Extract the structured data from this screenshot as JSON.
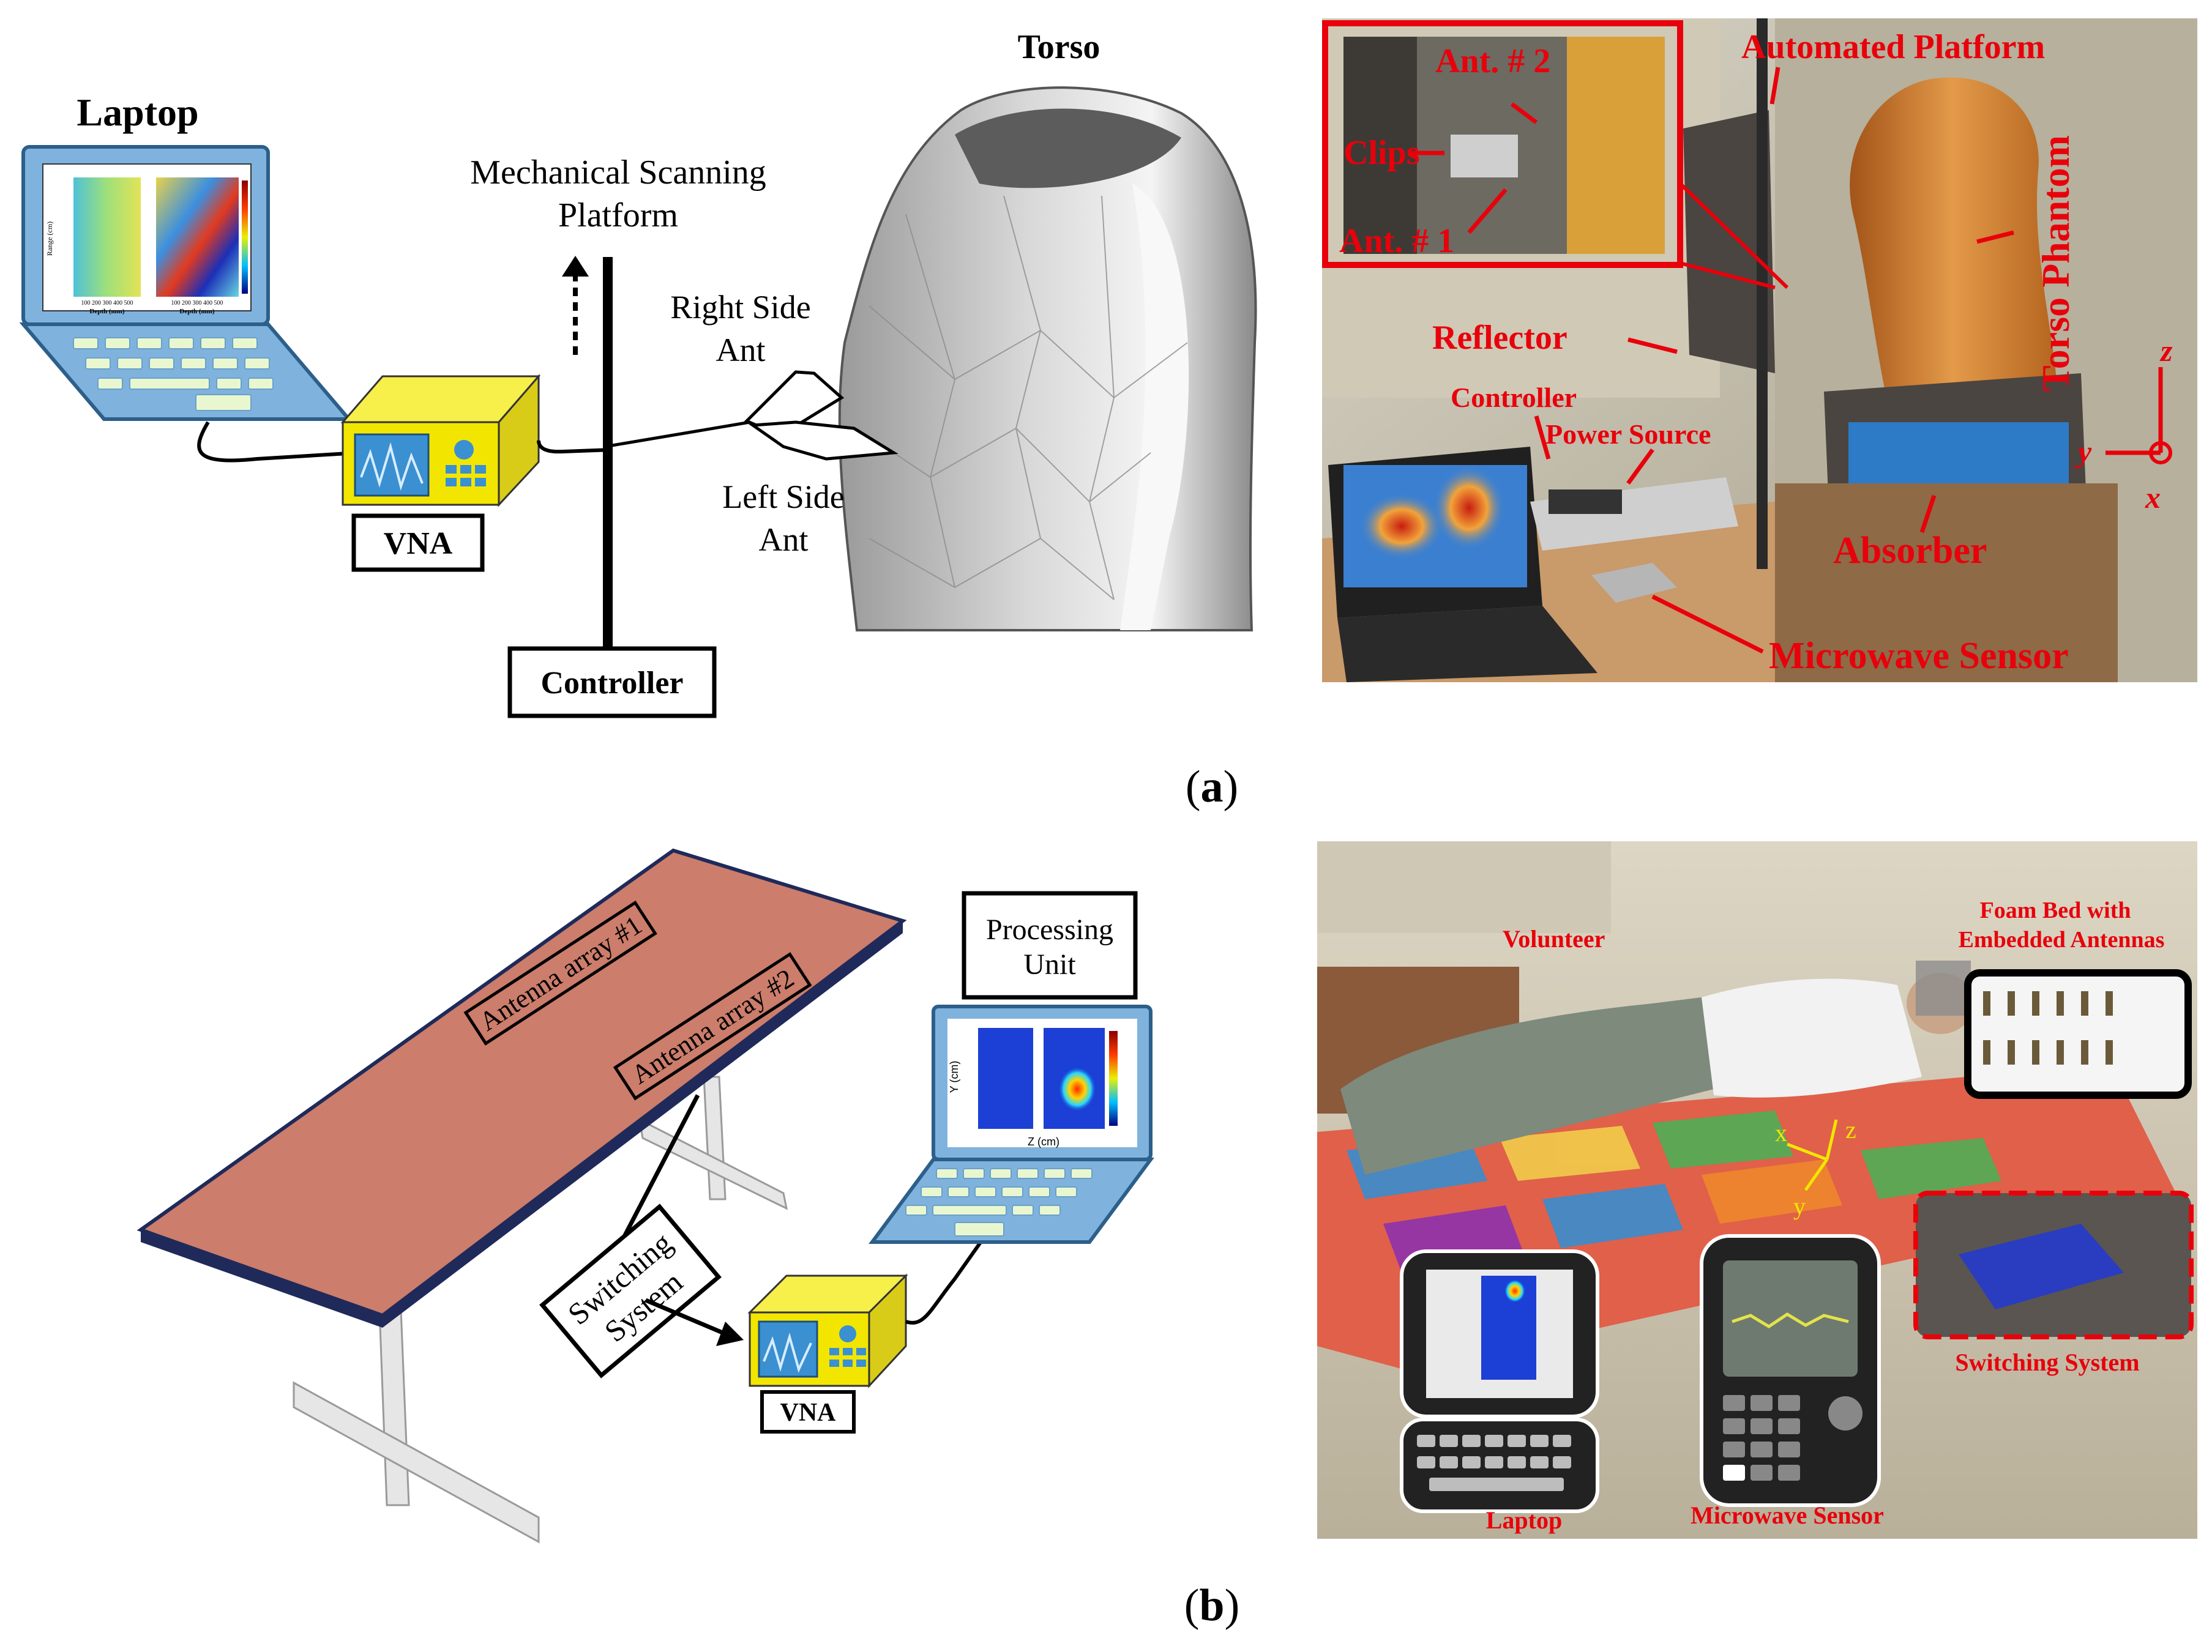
{
  "panel_a": {
    "diagram": {
      "laptop": "Laptop",
      "mechanical_scanning_line1": "Mechanical Scanning",
      "mechanical_scanning_line2": "Platform",
      "torso": "Torso",
      "right_side_ant_line1": "Right Side",
      "right_side_ant_line2": "Ant",
      "left_side_ant_line1": "Left Side",
      "left_side_ant_line2": "Ant",
      "vna": "VNA",
      "controller": "Controller",
      "heatmap_ylabel": "Range (cm)",
      "heatmap_xlabel": "Depth (mm)",
      "heatmap_xticks": "100 200 300 400 500"
    },
    "photo": {
      "ant2": "Ant. # 2",
      "clips": "Clips",
      "ant1": "Ant. # 1",
      "automated_platform": "Automated Platform",
      "torso_phantom": "Torso Phantom",
      "reflector": "Reflector",
      "controller": "Controller",
      "power_source": "Power Source",
      "absorber": "Absorber",
      "microwave_sensor": "Microwave Sensor",
      "axis_z": "z",
      "axis_y": "y",
      "axis_x": "x"
    },
    "caption_letter": "a"
  },
  "panel_b": {
    "diagram": {
      "antenna_array_1": "Antenna array #1",
      "antenna_array_2": "Antenna array #2",
      "processing_unit_line1": "Processing",
      "processing_unit_line2": "Unit",
      "switching_system_line1": "Switching",
      "switching_system_line2": "System",
      "vna": "VNA",
      "plot_ylabel": "Y (cm)",
      "plot_xlabel": "Z (cm)"
    },
    "photo": {
      "volunteer": "Volunteer",
      "foam_bed_line1": "Foam Bed with",
      "foam_bed_line2": "Embedded Antennas",
      "switching_system": "Switching System",
      "laptop": "Laptop",
      "microwave_sensor": "Microwave Sensor",
      "axis_x": "x",
      "axis_y": "y",
      "axis_z": "z"
    },
    "caption_letter": "b"
  },
  "colors": {
    "annotation_red": "#e8000b",
    "vna_yellow": "#f2e600",
    "laptop_blue": "#7fb3de",
    "table_top": "#cc7d6b"
  }
}
